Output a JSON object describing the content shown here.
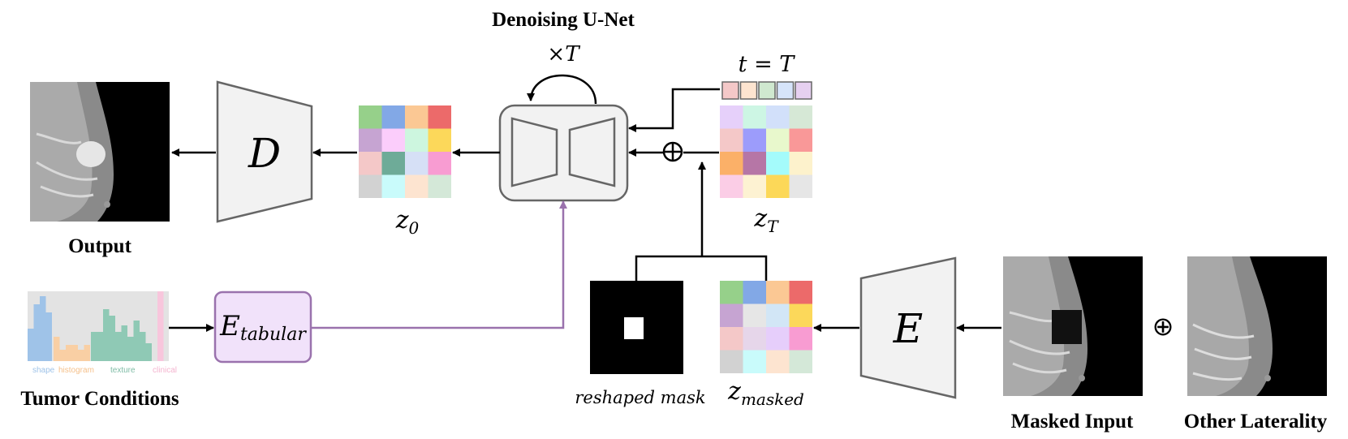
{
  "title": "Denoising U-Net",
  "loop_label": "×T",
  "decoder_symbol": "D",
  "encoder_symbol": "E",
  "tabular_encoder": {
    "symbol": "E",
    "subscript": "tabular"
  },
  "timestep_label": "t = T",
  "latent_z0": {
    "base": "z",
    "sub": "0"
  },
  "latent_zT": {
    "base": "z",
    "sub": "T"
  },
  "latent_zmasked": {
    "base": "z",
    "sub": "masked"
  },
  "reshaped_mask_label": "reshaped mask",
  "concat_symbol": "⊕",
  "output_label": "Output",
  "tumor_conditions_label": "Tumor Conditions",
  "masked_input_label": "Masked Input",
  "other_laterality_label": "Other Laterality",
  "histogram_categories": [
    "shape",
    "histogram",
    "texture",
    "clinical"
  ],
  "colors": {
    "tabular_fill": "#f1e2fa",
    "tabular_stroke": "#9a72ad",
    "purple_arrow": "#9a72ad",
    "block_fill": "#f2f2f2",
    "block_stroke": "#666666",
    "shape": "#9fc3e8",
    "histogram": "#f9cfa4",
    "texture": "#8fc9b5",
    "clinical": "#f8c6dc"
  }
}
